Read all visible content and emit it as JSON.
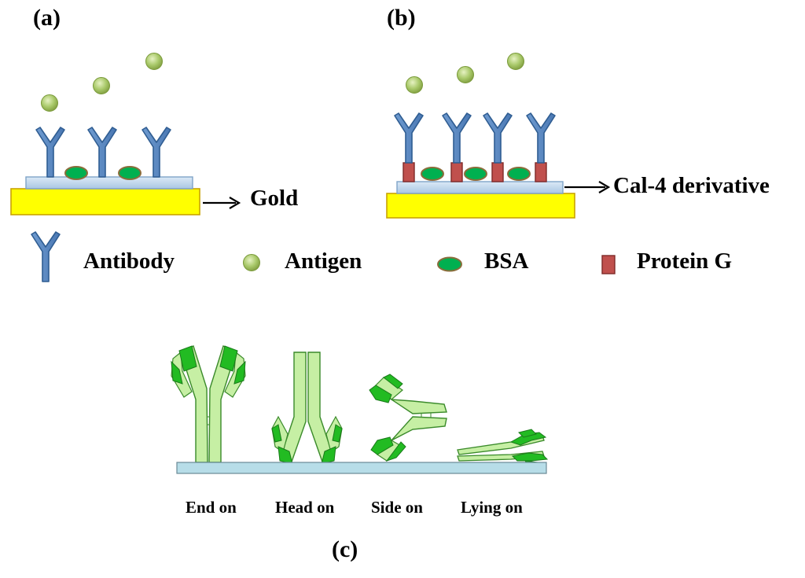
{
  "panels": {
    "a": {
      "label": "(a)",
      "substrate_label": "Gold"
    },
    "b": {
      "label": "(b)",
      "substrate_label": "Cal-4 derivative"
    },
    "c": {
      "label": "(c)"
    }
  },
  "legend": [
    {
      "icon": "antibody-icon",
      "label": "Antibody"
    },
    {
      "icon": "antigen-icon",
      "label": "Antigen"
    },
    {
      "icon": "bsa-icon",
      "label": "BSA"
    },
    {
      "icon": "protein-g-icon",
      "label": "Protein G"
    }
  ],
  "orientations": [
    "End on",
    "Head on",
    "Side on",
    "Lying on"
  ],
  "colors": {
    "gold": "#ffff00",
    "layer": "#c5dcee",
    "antibody": "#4f81bd",
    "antigen": "#9bbb59",
    "bsa": "#00b050",
    "protein_g": "#c0504d",
    "ab_light": "#c6efa4",
    "ab_dark": "#22bb22",
    "surface": "#b7dde8"
  }
}
